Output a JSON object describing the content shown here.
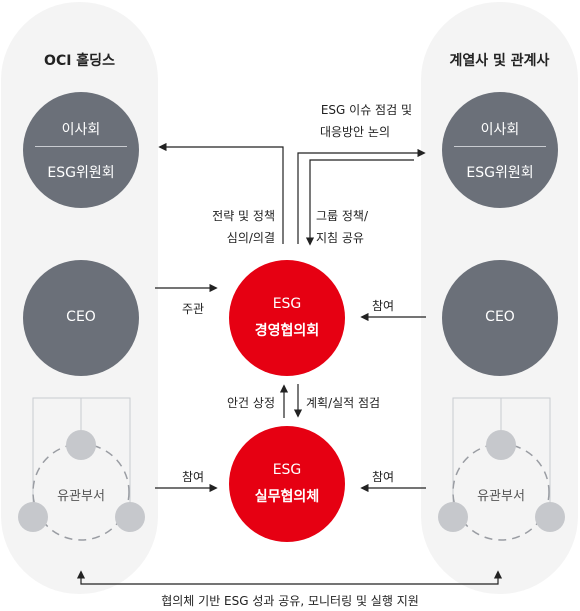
{
  "left_group": {
    "title": "OCI 홀딩스",
    "board": {
      "line1": "이사회",
      "line2": "ESG위원회"
    },
    "ceo": "CEO",
    "dept": "유관부서"
  },
  "right_group": {
    "title": "계열사 및 관계사",
    "board": {
      "line1": "이사회",
      "line2": "ESG위원회"
    },
    "ceo": "CEO",
    "dept": "유관부서"
  },
  "center": {
    "council": {
      "line1": "ESG",
      "line2": "경영협의회"
    },
    "working": {
      "line1": "ESG",
      "line2": "실무협의체"
    }
  },
  "labels": {
    "issue_review_1": "ESG 이슈 점검 및",
    "issue_review_2": "대응방안 논의",
    "strategy_1": "전략 및 정책",
    "strategy_2": "심의/의결",
    "group_policy_1": "그룹 정책/",
    "group_policy_2": "지침 공유",
    "host": "주관",
    "participate_council": "참여",
    "agenda": "안건 상정",
    "plan_check": "계획/실적 점검",
    "participate_left": "참여",
    "participate_right": "참여",
    "bottom": "협의체 기반 ESG 성과 공유, 모니터링 및 실행 지원"
  },
  "colors": {
    "red": "#e60012",
    "gray": "#6b7079",
    "panel": "#f4f4f4"
  }
}
